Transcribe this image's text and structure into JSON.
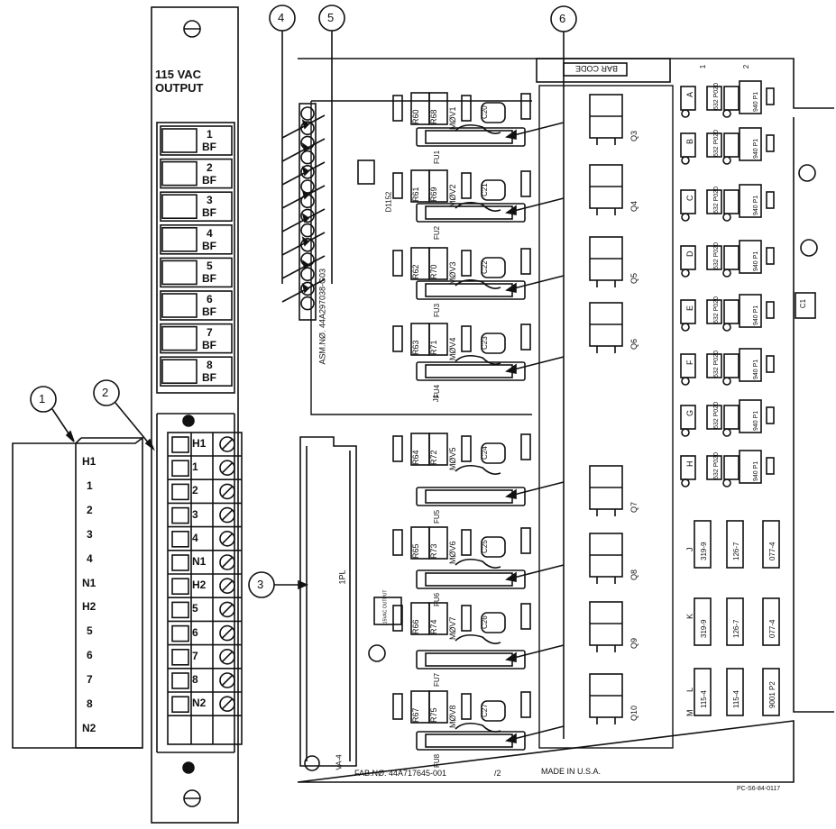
{
  "faceplate": {
    "title_line1": "115 VAC",
    "title_line2": "OUTPUT",
    "indicators": [
      {
        "num": "1",
        "suffix": "BF"
      },
      {
        "num": "2",
        "suffix": "BF"
      },
      {
        "num": "3",
        "suffix": "BF"
      },
      {
        "num": "4",
        "suffix": "BF"
      },
      {
        "num": "5",
        "suffix": "BF"
      },
      {
        "num": "6",
        "suffix": "BF"
      },
      {
        "num": "7",
        "suffix": "BF"
      },
      {
        "num": "8",
        "suffix": "BF"
      }
    ],
    "terminals": [
      "H1",
      "1",
      "2",
      "3",
      "4",
      "N1",
      "H2",
      "5",
      "6",
      "7",
      "8",
      "N2"
    ]
  },
  "label_card": {
    "entries": [
      "H1",
      "1",
      "2",
      "3",
      "4",
      "N1",
      "H2",
      "5",
      "6",
      "7",
      "8",
      "N2"
    ]
  },
  "callouts": [
    "1",
    "2",
    "3",
    "4",
    "5",
    "6"
  ],
  "board": {
    "bar_code": "BAR CODE",
    "assembly_no": "ASM.NØ. 44A297038-G03",
    "fab_no": "FAB.NØ. 44A717645-001",
    "fab_rev": "/2",
    "made_in": "MADE IN U.S.A.",
    "part_code": "PC-S6-84-0117",
    "connector_j1": "J1",
    "connector_1pl": "1PL",
    "board_id": "VA-4",
    "diode": "D1152",
    "module_label": "115VAC OUTPUT",
    "channels": [
      {
        "mov": "MØV1",
        "fuse": "FU1",
        "r_a": "R60",
        "r_b": "R68",
        "cap": "C20",
        "q": "Q3"
      },
      {
        "mov": "MØV2",
        "fuse": "FU2",
        "r_a": "R61",
        "r_b": "R69",
        "cap": "C21",
        "q": "Q4"
      },
      {
        "mov": "MØV3",
        "fuse": "FU3",
        "r_a": "R62",
        "r_b": "R70",
        "cap": "C22",
        "q": "Q5"
      },
      {
        "mov": "MØV4",
        "fuse": "FU4",
        "r_a": "R63",
        "r_b": "R71",
        "cap": "C23",
        "q": "Q6"
      },
      {
        "mov": "MØV5",
        "fuse": "FU5",
        "r_a": "R64",
        "r_b": "R72",
        "cap": "C24",
        "q": "Q7"
      },
      {
        "mov": "MØV6",
        "fuse": "FU6",
        "r_a": "R65",
        "r_b": "R73",
        "cap": "C25",
        "q": "Q8"
      },
      {
        "mov": "MØV7",
        "fuse": "FU7",
        "r_a": "R66",
        "r_b": "R74",
        "cap": "C26",
        "q": "Q9"
      },
      {
        "mov": "MØV8",
        "fuse": "FU8",
        "r_a": "R67",
        "r_b": "R75",
        "cap": "C27",
        "q": "Q10"
      }
    ],
    "rows": [
      "A",
      "B",
      "C",
      "D",
      "E",
      "F",
      "G",
      "H",
      "J",
      "K",
      "L",
      "M"
    ],
    "opto_parts": [
      "632 P020",
      "632 P020",
      "632 P020",
      "632 P020",
      "632 P020",
      "632 P020",
      "632 P020",
      "632 P020"
    ],
    "ic_940": [
      "940 P1",
      "940 P1",
      "940 P1",
      "940 P1",
      "940 P1",
      "940 P1",
      "940 P1",
      "940 P1"
    ],
    "ic_lower": [
      {
        "a": "319-9",
        "b": "126-7",
        "c": "077-4"
      },
      {
        "a": "319-9",
        "b": "126-7",
        "c": "077-4"
      },
      {
        "a": "115-4",
        "b": "115-4",
        "c": "9001 P2"
      }
    ],
    "cap_c1": "C1",
    "col_marks": [
      "1",
      "2"
    ]
  }
}
